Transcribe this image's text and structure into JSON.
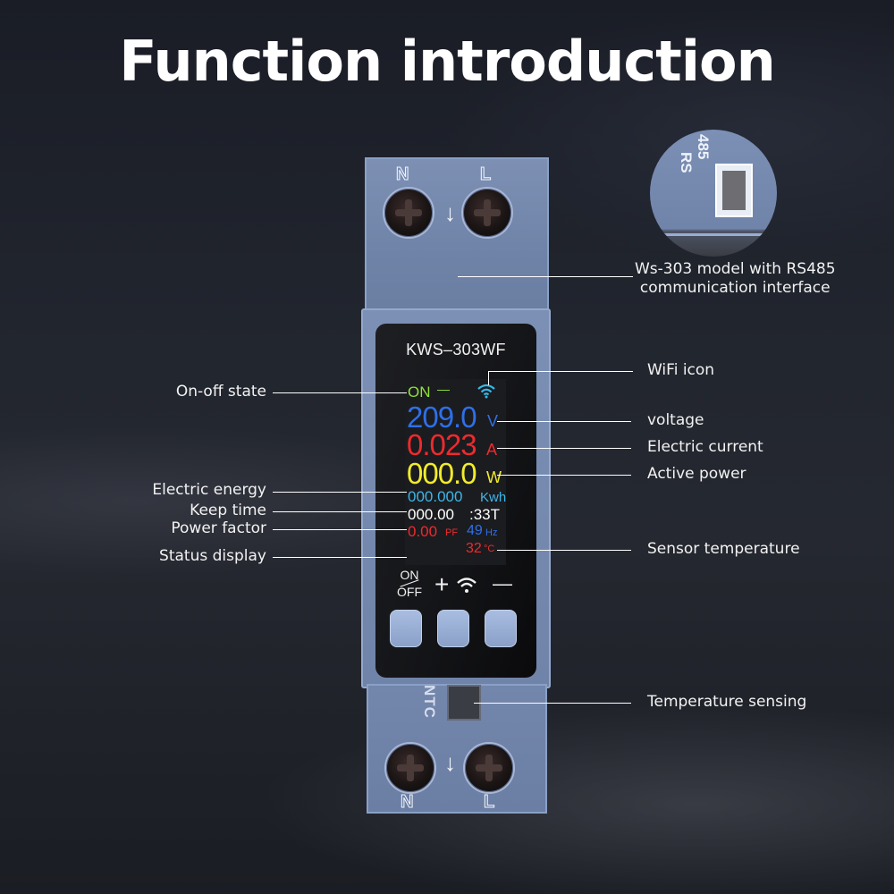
{
  "title": "Function introduction",
  "device": {
    "model": "KWS–303WF",
    "top_terminals": [
      "N",
      "L"
    ],
    "bottom_terminals": [
      "N",
      "L"
    ],
    "arrow_glyph": "↓",
    "ntc_label": "NTC",
    "rs485_label_line1": "RS",
    "rs485_label_line2": "485"
  },
  "lcd": {
    "state": "ON",
    "state_dash": "—",
    "voltage_value": "209.0",
    "voltage_unit": "V",
    "current_value": "0.023",
    "current_unit": "A",
    "power_value": "000.0",
    "power_unit": "W",
    "energy_value": "000.000",
    "energy_unit": "Kwh",
    "time_value": "000.00",
    "time_suffix": ":33T",
    "pf_value": "0.00",
    "pf_unit": "PF",
    "freq_value": "49",
    "freq_unit": "Hz",
    "temp_value": "32",
    "temp_unit": "°C",
    "colors": {
      "state": "#8fe23a",
      "wifi": "#35b8e8",
      "voltage": "#2f6fe8",
      "current": "#ee2a2e",
      "power": "#f2ec2a",
      "energy": "#3fb6e8",
      "time": "#ffffff",
      "pf": "#ee2a2e",
      "freq": "#2f6fe8",
      "temp": "#ee2a2e"
    }
  },
  "buttons": {
    "onoff_top": "ON",
    "onoff_bottom": "OFF",
    "plus_label": "+",
    "minus_label": "—"
  },
  "callouts": {
    "rs485": [
      "Ws-303 model with RS485",
      "communication interface"
    ],
    "wifi_icon": "WiFi icon",
    "on_off_state": "On-off state",
    "voltage": "voltage",
    "electric_current": "Electric current",
    "active_power": "Active power",
    "electric_energy": "Electric energy",
    "keep_time": "Keep time",
    "power_factor": "Power factor",
    "status_display": "Status display",
    "sensor_temperature": "Sensor temperature",
    "temperature_sensing": "Temperature sensing"
  }
}
